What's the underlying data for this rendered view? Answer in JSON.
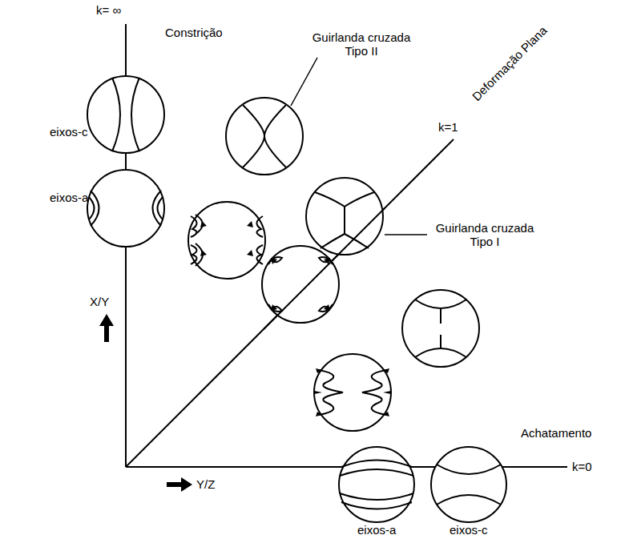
{
  "diagram": {
    "labels": [
      "k= ∞",
      "Constrição",
      "Guirlanda cruzada Tipo II",
      "Deformação Plana",
      "eixos-c",
      "k=1",
      "eixos-a",
      "Guirlanda cruzada Tipo I",
      "X/Y",
      "Achatamento",
      "k=0",
      "Y/Z",
      "eixos-a",
      "eixos-c"
    ]
  }
}
